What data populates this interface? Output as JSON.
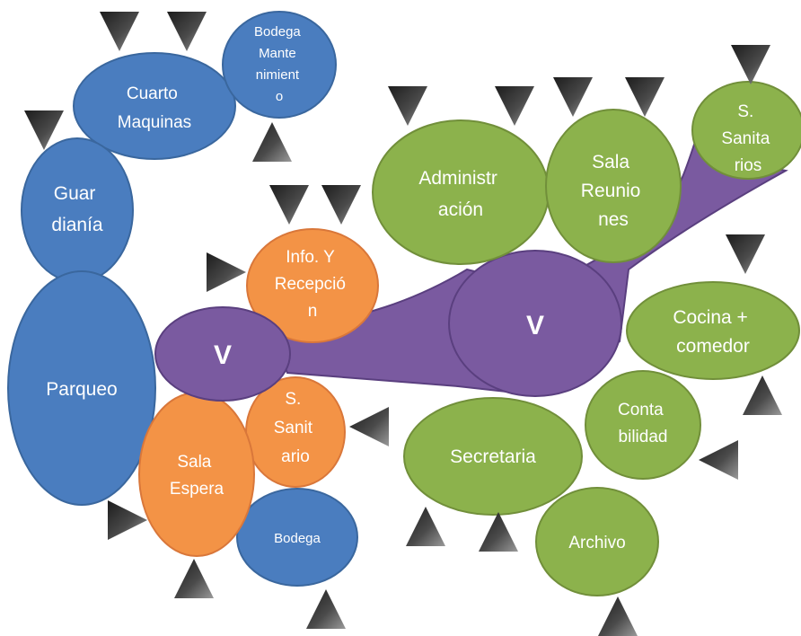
{
  "colors": {
    "blue": "#4a7dbf",
    "blue_stroke": "#3a679e",
    "green": "#8cb24c",
    "green_stroke": "#718f3a",
    "orange": "#f39346",
    "orange_stroke": "#d9773a",
    "purple": "#7a5aa0",
    "purple_stroke": "#5a3f7f",
    "arrow": "#3a3a3a"
  },
  "zones": {
    "cuarto_maquinas": [
      "Cuarto",
      "Maquinas"
    ],
    "bodega_mantenimiento": [
      "Bodega",
      "Mante",
      "nimient",
      "o"
    ],
    "guardiania": [
      "Guar",
      "dianía"
    ],
    "parqueo": [
      "Parqueo"
    ],
    "info_recepcion": [
      "Info. Y",
      "Recepció",
      "n"
    ],
    "vestibulo_1": [
      "V"
    ],
    "sanitario": [
      "S.",
      "Sanit",
      "ario"
    ],
    "sala_espera": [
      "Sala",
      "Espera"
    ],
    "bodega": [
      "Bodega"
    ],
    "administracion": [
      "Administr",
      "ación"
    ],
    "sala_reuniones": [
      "Sala",
      "Reunio",
      "nes"
    ],
    "sanitarios": [
      "S.",
      "Sanita",
      "rios"
    ],
    "vestibulo_2": [
      "V"
    ],
    "cocina_comedor": [
      "Cocina +",
      "comedor"
    ],
    "contabilidad": [
      "Conta",
      "bilidad"
    ],
    "secretaria": [
      "Secretaria"
    ],
    "archivo": [
      "Archivo"
    ]
  }
}
